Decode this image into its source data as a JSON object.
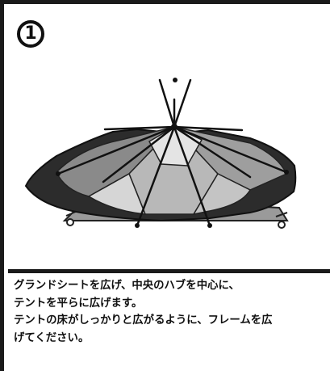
{
  "step": {
    "number_label": "1"
  },
  "illustration": {
    "icon": "tent-ground-sheet-icon"
  },
  "instructions": {
    "lines": [
      "グランドシートを広げ、中央のハブを中心に、",
      "テントを平らに広げます。",
      "テントの床がしっかりと広がるように、フレームを広",
      "げてください。"
    ]
  }
}
